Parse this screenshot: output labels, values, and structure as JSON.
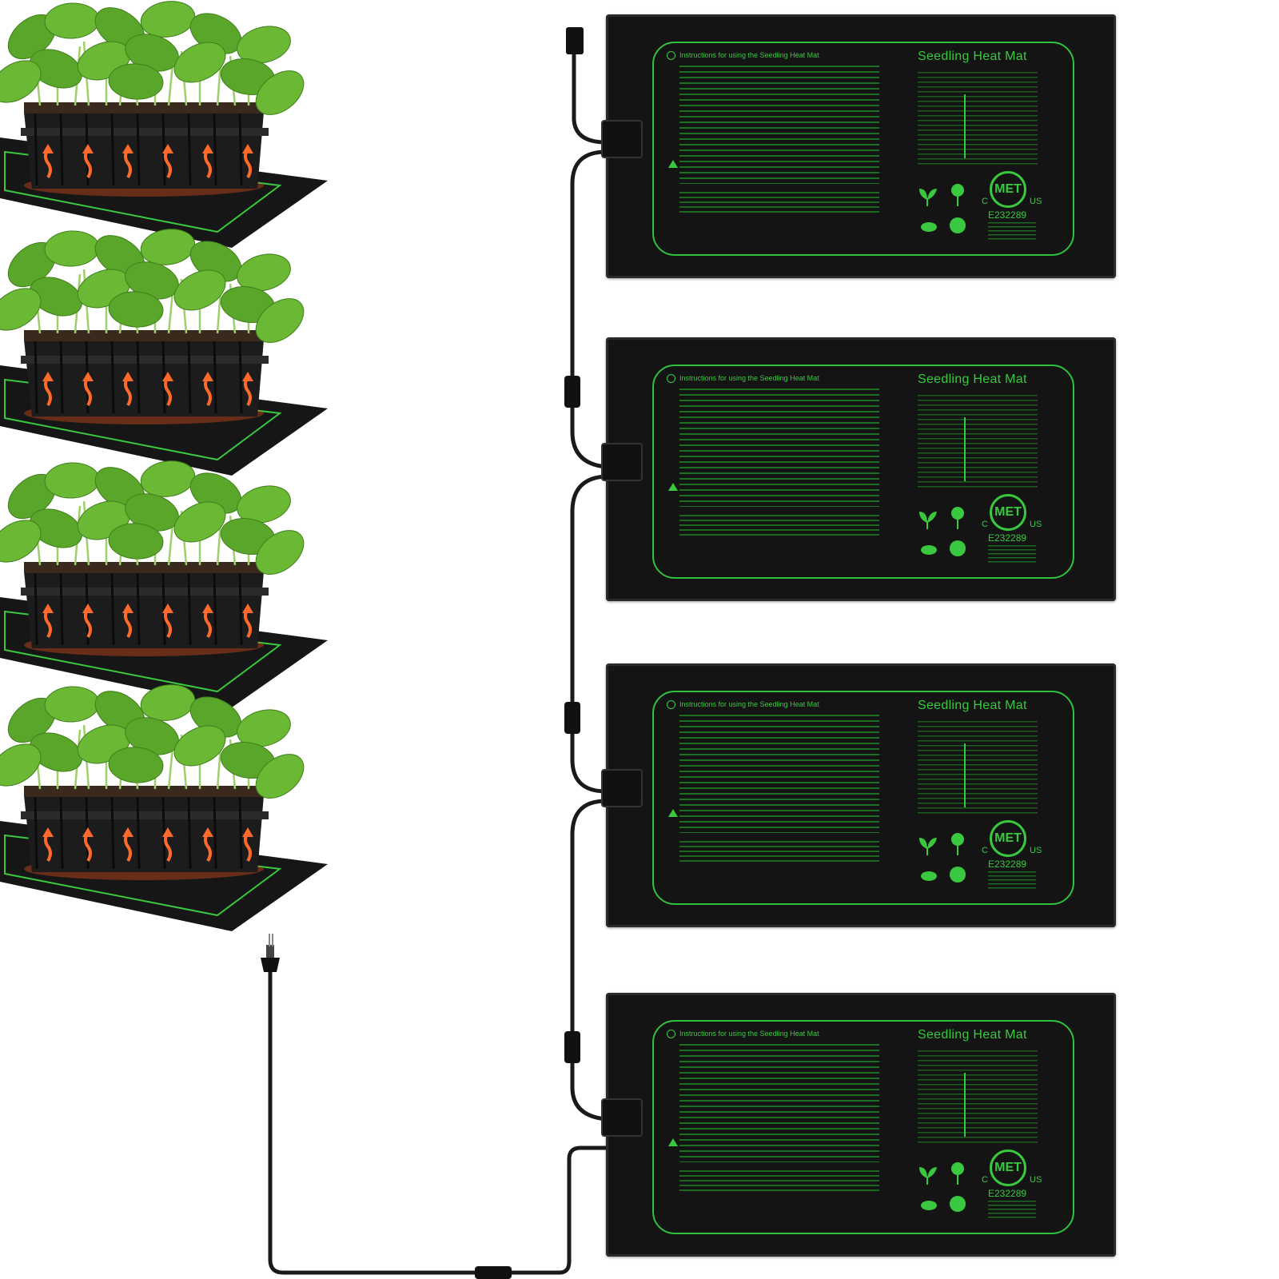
{
  "mats": [
    {
      "brand": "Seedling Heat Mat",
      "instructions_title": "Instructions for using the Seedling Heat Mat",
      "cert_mark": "MET",
      "cert_c": "C",
      "cert_us": "US",
      "cert_number": "E232289"
    },
    {
      "brand": "Seedling Heat Mat",
      "instructions_title": "Instructions for using the Seedling Heat Mat",
      "cert_mark": "MET",
      "cert_c": "C",
      "cert_us": "US",
      "cert_number": "E232289"
    },
    {
      "brand": "Seedling Heat Mat",
      "instructions_title": "Instructions for using the Seedling Heat Mat",
      "cert_mark": "MET",
      "cert_c": "C",
      "cert_us": "US",
      "cert_number": "E232289"
    },
    {
      "brand": "Seedling Heat Mat",
      "instructions_title": "Instructions for using the Seedling Heat Mat",
      "cert_mark": "MET",
      "cert_c": "C",
      "cert_us": "US",
      "cert_number": "E232289"
    }
  ],
  "colors": {
    "mat": "#141414",
    "accent_green": "#39c83f",
    "leaf": "#5aa62a",
    "heat_arrow": "#ff6a2b",
    "cable": "#1a1a1a"
  },
  "icons": [
    "plug-icon",
    "heat-arrow-icon",
    "warning-icon",
    "seedling-icon",
    "flower-icon",
    "fruit-icon",
    "vegetable-icon"
  ]
}
